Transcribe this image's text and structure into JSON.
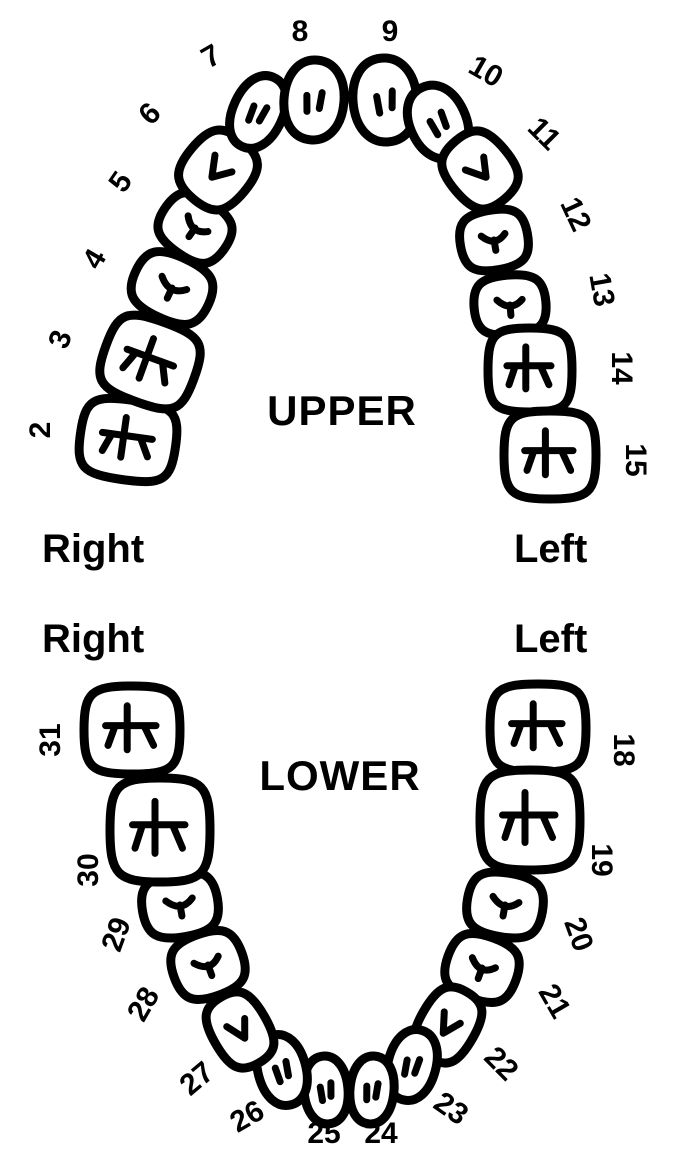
{
  "labels": {
    "upper": "UPPER",
    "lower": "LOWER",
    "upper_right": "Right",
    "upper_left": "Left",
    "lower_right": "Right",
    "lower_left": "Left"
  },
  "upper_teeth": [
    "2",
    "3",
    "4",
    "5",
    "6",
    "7",
    "8",
    "9",
    "10",
    "11",
    "12",
    "13",
    "14",
    "15"
  ],
  "lower_teeth": [
    "18",
    "19",
    "20",
    "21",
    "22",
    "23",
    "24",
    "25",
    "26",
    "27",
    "28",
    "29",
    "30",
    "31"
  ],
  "colors": {
    "ink": "#000000",
    "paper": "#ffffff"
  }
}
